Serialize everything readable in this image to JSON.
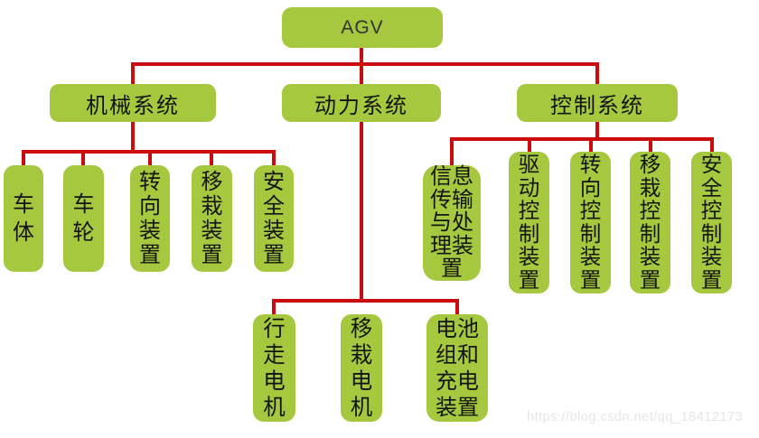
{
  "colors": {
    "node_fill": "#a5c83e",
    "connector": "#cc0c0c",
    "text": "#141414",
    "watermark": "#e6e6e6"
  },
  "root": {
    "label": "AGV"
  },
  "branches": [
    {
      "label": "机械系统",
      "children": [
        "车体",
        "车轮",
        "转向装置",
        "移栽装置",
        "安全装置"
      ]
    },
    {
      "label": "动力系统",
      "children": [
        "行走电机",
        "移栽电机",
        "电池组和充电装置"
      ]
    },
    {
      "label": "控制系统",
      "children": [
        "信息传输与处理装置",
        "驱动控制装置",
        "转向控制装置",
        "移栽控制装置",
        "安全控制装置"
      ]
    }
  ],
  "watermark": "https://blog.csdn.net/qq_18412173"
}
